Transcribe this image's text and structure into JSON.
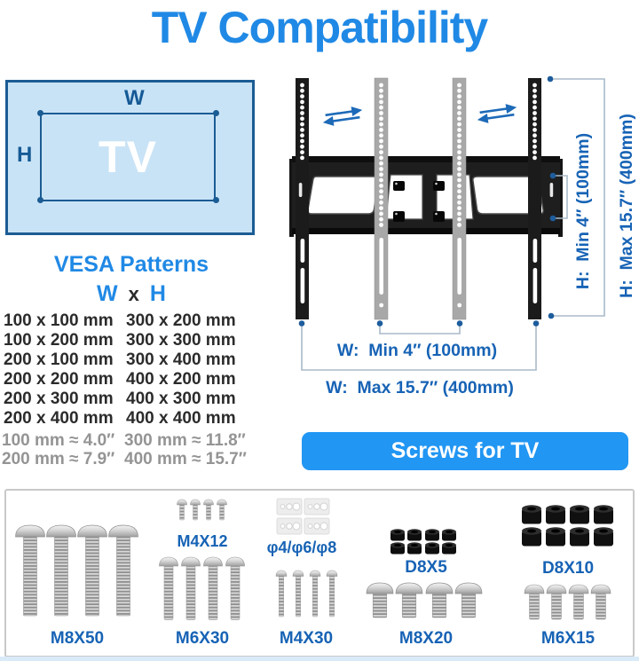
{
  "title": "TV Compatibility",
  "tv_diagram": {
    "w": "W",
    "h": "H",
    "tv": "TV"
  },
  "vesa": {
    "heading": "VESA Patterns",
    "w": "W",
    "x": "x",
    "h": "H",
    "left": [
      "100 x 100 mm",
      "100 x 200 mm",
      "200 x 100 mm",
      "200 x 200 mm",
      "200 x 300 mm",
      "200 x 400 mm"
    ],
    "right": [
      "300 x 200 mm",
      "300 x 300 mm",
      "300 x 400 mm",
      "400 x 200 mm",
      "400 x 300 mm",
      "400 x 400 mm"
    ],
    "conv_left": [
      "100 mm ≈ 4.0″",
      "200 mm ≈ 7.9″"
    ],
    "conv_right": [
      "300 mm ≈ 11.8″",
      "400 mm ≈ 15.7″"
    ]
  },
  "dimensions": {
    "h_min": "H:  Min 4″ (100mm)",
    "h_max": "H:  Max 15.7″ (400mm)",
    "w_min": "W:  Min 4″ (100mm)",
    "w_max": "W:  Max 15.7″ (400mm)"
  },
  "banner": {
    "label": "Screws for TV"
  },
  "parts": {
    "m8x50": "M8X50",
    "m4x12": "M4X12",
    "m6x30": "M6X30",
    "spacers": "φ4/φ6/φ8",
    "m4x30": "M4X30",
    "d8x5": "D8X5",
    "m8x20": "M8X20",
    "d8x10": "D8X10",
    "m6x15": "M6X15"
  },
  "colors": {
    "accent": "#2196f3",
    "heading_blue": "#2089e5",
    "label_blue": "#1763b5",
    "navy": "#155a96"
  }
}
